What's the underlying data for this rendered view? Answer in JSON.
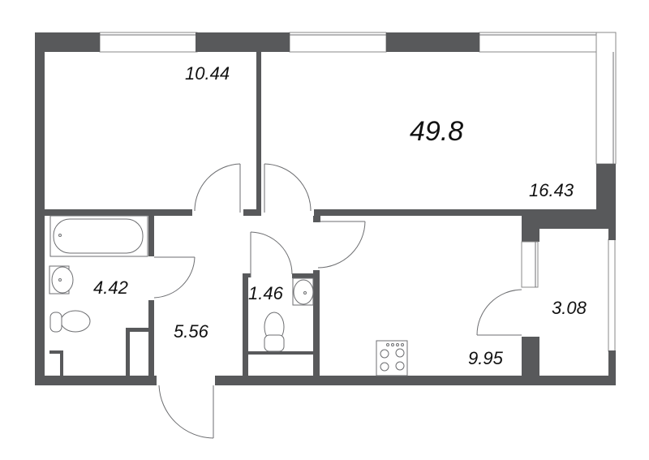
{
  "plan": {
    "total_area": "49.8",
    "rooms": [
      {
        "id": "bedroom",
        "area": "10.44"
      },
      {
        "id": "living-room",
        "area": "16.43"
      },
      {
        "id": "bathroom",
        "area": "4.42"
      },
      {
        "id": "hallway",
        "area": "5.56"
      },
      {
        "id": "toilet",
        "area": "1.46"
      },
      {
        "id": "kitchen",
        "area": "9.95"
      },
      {
        "id": "balcony",
        "area": "3.08"
      }
    ]
  },
  "colors": {
    "wall": "#58595b",
    "line": "#6d6e71",
    "background": "#ffffff"
  }
}
